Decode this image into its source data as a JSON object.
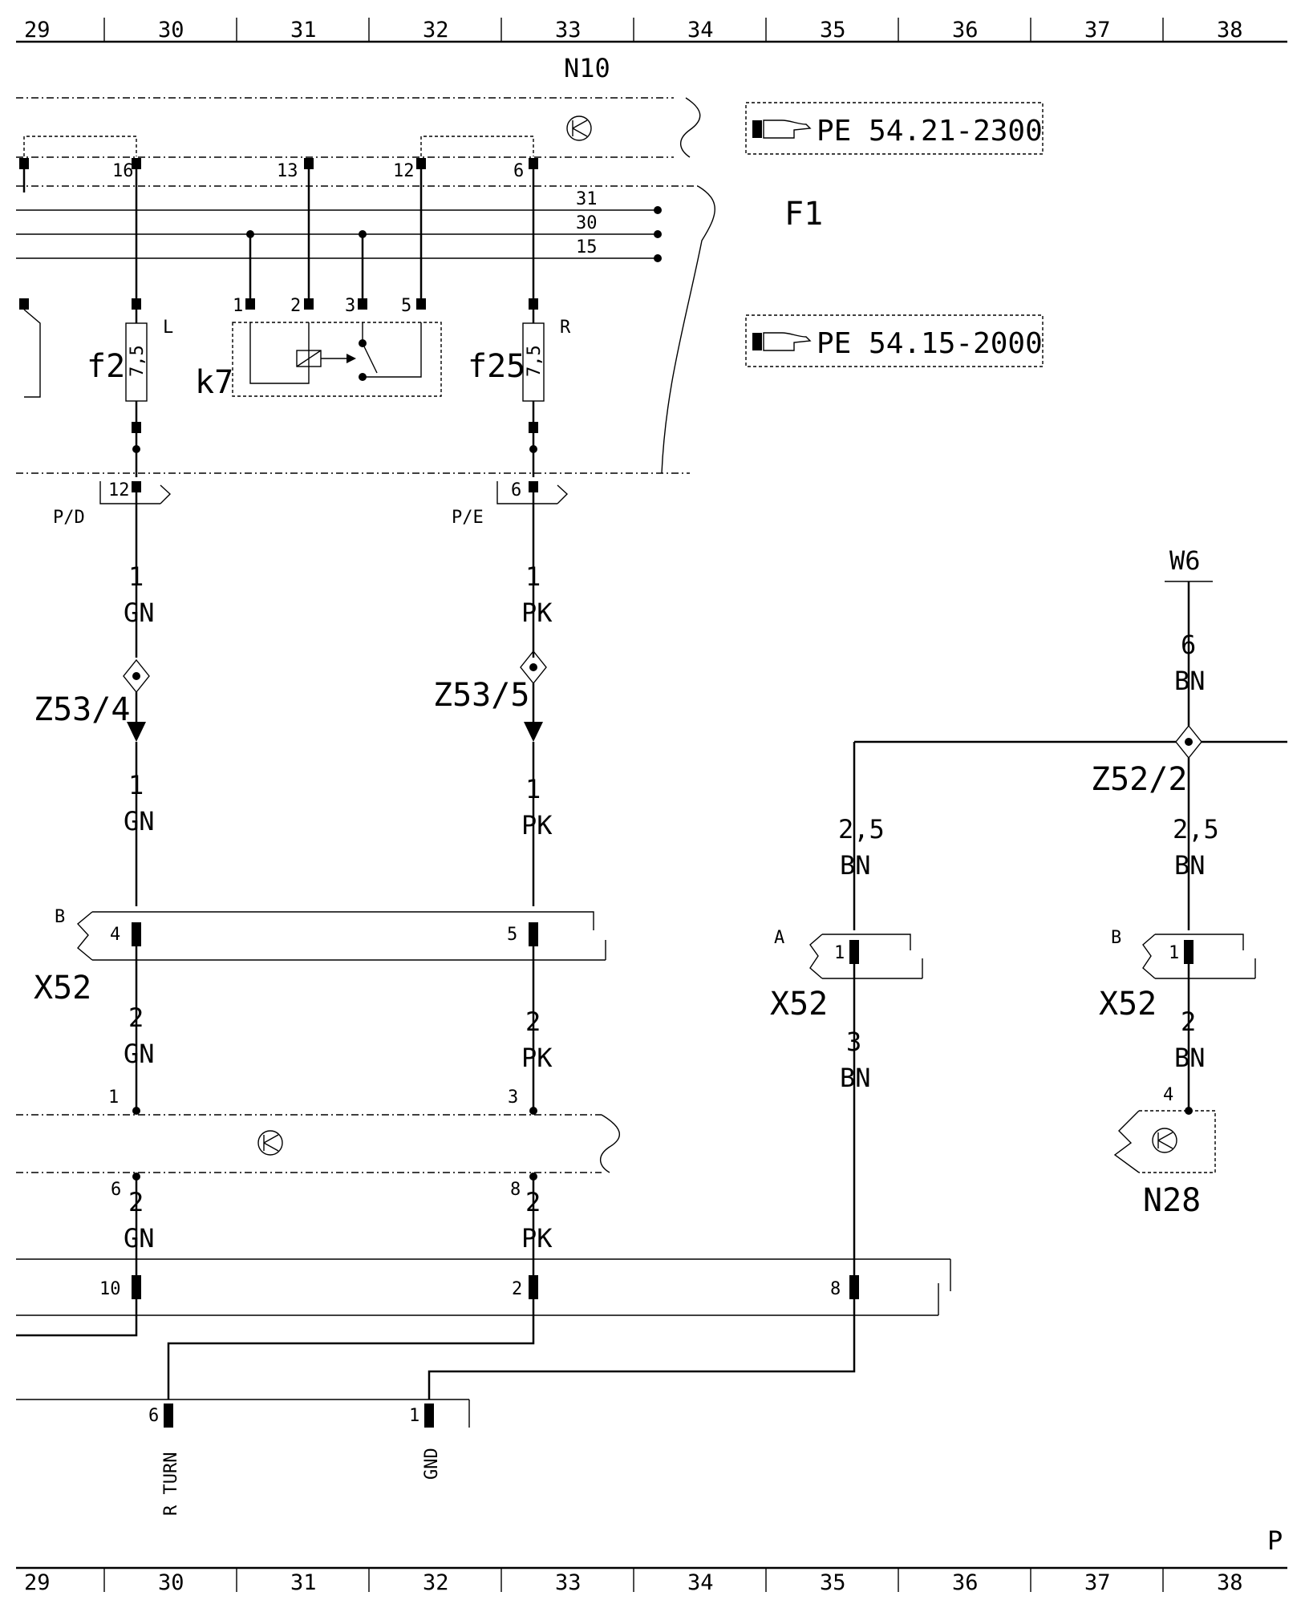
{
  "columns": [
    "29",
    "30",
    "31",
    "32",
    "33",
    "34",
    "35",
    "36",
    "37",
    "38"
  ],
  "corner_label": "P",
  "modules": {
    "n10": "N10",
    "f1": "F1",
    "k7": "k7",
    "n28": "N28",
    "w6": "W6"
  },
  "references": {
    "ref1": "PE 54.21-2300",
    "ref2": "PE 54.15-2000"
  },
  "fuses": {
    "f2": {
      "name": "f2",
      "rating": "7,5",
      "side": "L"
    },
    "f25": {
      "name": "f25",
      "rating": "7,5",
      "side": "R"
    }
  },
  "terminals": [
    "31",
    "30",
    "15"
  ],
  "top_pins": {
    "p16": "16",
    "p13": "13",
    "p12": "12",
    "p6": "6"
  },
  "relay_pins": {
    "p1": "1",
    "p2": "2",
    "p3": "3",
    "p5": "5"
  },
  "plugs": {
    "pd": {
      "name": "P/D",
      "pin": "12"
    },
    "pe": {
      "name": "P/E",
      "pin": "6"
    }
  },
  "splices": {
    "z53_4": "Z53/4",
    "z53_5": "Z53/5",
    "z52_2": "Z52/2"
  },
  "connectors": {
    "x52": "X52",
    "a": "A",
    "b": "B"
  },
  "wires": {
    "gn_1": "1",
    "gn_1b": "1",
    "gn_2": "2",
    "gn_2b": "2",
    "gn": "GN",
    "pk_1": "1",
    "pk_1b": "1",
    "pk_2": "2",
    "pk_2b": "2",
    "pk": "PK",
    "bn_25": "2,5",
    "bn_3": "3",
    "bn_6": "6",
    "bn_2": "2",
    "bn": "BN"
  },
  "pins": {
    "x52b_4": "4",
    "x52b_5": "5",
    "x52a_1": "1",
    "x52b2_1": "1",
    "mid_1": "1",
    "mid_3": "3",
    "mid_6": "6",
    "mid_8": "8",
    "low_10": "10",
    "low_2": "2",
    "low_8": "8",
    "n28_4": "4",
    "bot_6": "6",
    "bot_1": "1"
  },
  "bottom_labels": {
    "rturn": "R TURN",
    "gnd": "GND"
  }
}
